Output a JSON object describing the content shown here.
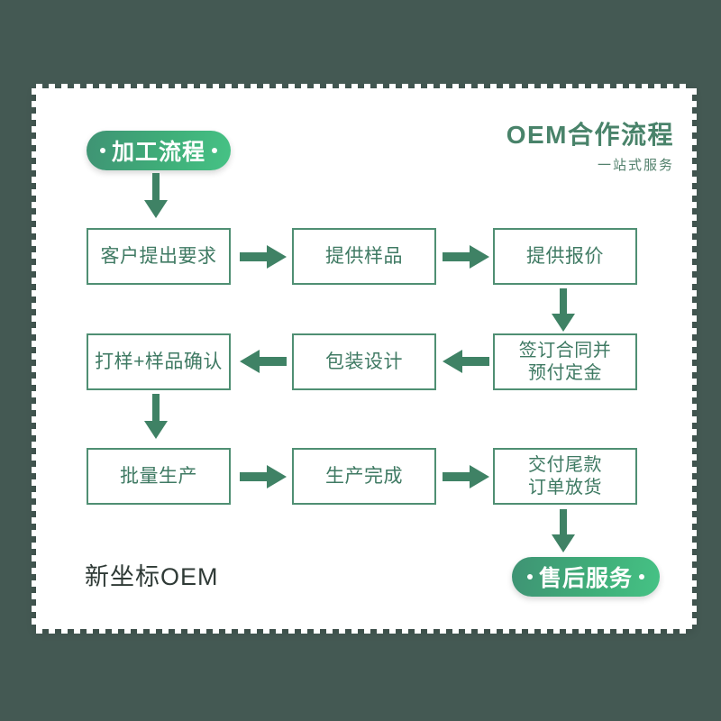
{
  "canvas": {
    "background_color": "#445953",
    "card_background": "#ffffff",
    "accent_green": "#3fae79",
    "box_border_color": "#4f8f73",
    "box_text_color": "#3f7a63",
    "title_color": "#49836a"
  },
  "header": {
    "title": "OEM合作流程",
    "subtitle": "一站式服务"
  },
  "badges": {
    "process": "加工流程",
    "aftersales": "售后服务"
  },
  "brand": {
    "name": "新坐标OEM"
  },
  "flow": {
    "row1": [
      {
        "label": "客户提出要求"
      },
      {
        "label": "提供样品"
      },
      {
        "label": "提供报价"
      }
    ],
    "row2": [
      {
        "label": "打样+样品确认"
      },
      {
        "label": "包装设计"
      },
      {
        "line1": "签订合同并",
        "line2": "预付定金"
      }
    ],
    "row3": [
      {
        "label": "批量生产"
      },
      {
        "label": "生产完成"
      },
      {
        "line1": "交付尾款",
        "line2": "订单放货"
      }
    ]
  },
  "arrows": {
    "right": "arrow-right",
    "left": "arrow-left",
    "down": "arrow-down"
  }
}
